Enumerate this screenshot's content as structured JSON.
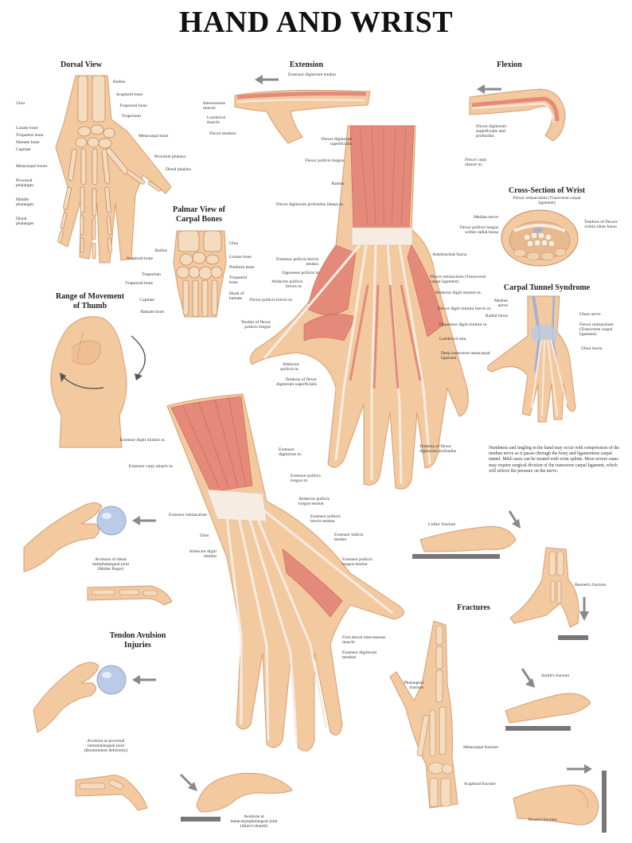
{
  "title": "HAND AND WRIST",
  "headings": {
    "dorsal": "Dorsal View",
    "extension": "Extension",
    "flexion": "Flexion",
    "cross": "Cross-Section of Wrist",
    "palmar_carpal_1": "Palmar View of",
    "palmar_carpal_2": "Carpal Bones",
    "carpal_tunnel": "Carpal Tunnel Syndrome",
    "range_1": "Range of Movement",
    "range_2": "of Thumb",
    "fractures": "Fractures",
    "tendon_1": "Tendon Avulsion",
    "tendon_2": "Injuries"
  },
  "dorsal_labels": {
    "radius": "Radius",
    "scaphoid": "Scaphoid bone",
    "trapezoid": "Trapezoid bone",
    "trapezium": "Trapezium",
    "ulna": "Ulna",
    "lunate": "Lunate bone",
    "triquetral": "Triquetral bone",
    "hamate": "Hamate bone",
    "capitate": "Capitate",
    "metacarpal_bone": "Metacarpal bone",
    "metacarpal_bones": "Metacarpal bones",
    "proximal_phalanx": "Proximal phalanx",
    "distal_phalanx": "Distal phalanx",
    "proximal_phalanges": "Proximal phalanges",
    "middle_phalanges": "Middle phalanges",
    "distal_phalanges": "Distal phalanges"
  },
  "extension_labels": {
    "ext_dig_tendon": "Extensor digitorum tendon",
    "interosseous": "Interosseous muscle",
    "lumbrical": "Lumbrical muscle",
    "flexor_tendons": "Flexor tendons"
  },
  "flexion_labels": {
    "flexor_dig": "Flexor digitorum superficialis and profundus"
  },
  "cross_labels": {
    "flexor_ret": "Flexor retinaculum (Transverse carpal ligament)",
    "median": "Median nerve",
    "fpl_bursa": "Flexor pollicis longus within radial bursa",
    "tendons_ulnar": "Tendons of flexors within ulnar bursa"
  },
  "palmar_labels": {
    "fds": "Flexor digitorum superficialis",
    "fpl": "Flexor pollicis longus",
    "fcu": "Flexor carpi ulnaris m.",
    "radius": "Radius",
    "fdp": "Flexor digitorum profundus (deep) m.",
    "antebrachial": "Antebrachial fascia",
    "epb": "Extensor pollicis brevis tendon",
    "opponens_pollicis": "Opponens pollicis m.",
    "apb": "Abductor pollicis brevis m.",
    "flexor_ret": "Flexor retinaculum (Transverse carpal ligament)",
    "adm": "Abductor digiti minimi m.",
    "fpb": "Flexor pollicis brevis m.",
    "fdmb": "Flexor digiti minimi brevis m.",
    "tendon_fpl": "Tendon of flexor pollicis longus",
    "odm": "Opponens digiti minimi m.",
    "lumbrical": "Lumbrical mm.",
    "deep_ligament": "Deep transverse metacarpal ligament",
    "adductor": "Adductor pollicis m.",
    "tendons_fds": "Tendons of flexor digitorum superficialis",
    "tendons_fdp": "Tendons of flexor digitorum profundus"
  },
  "carpal_labels": {
    "radius": "Radius",
    "ulna": "Ulna",
    "scaphoid": "Scaphoid bone",
    "lunate": "Lunate bone",
    "pisiform": "Pisiform bone",
    "trapezium": "Trapezium",
    "trapezoid": "Trapezoid bone",
    "triquetral": "Triquetral bone",
    "capitate": "Capitate",
    "hook_hamate": "Hook of hamate",
    "hamate": "Hamate bone"
  },
  "tunnel_labels": {
    "median": "Median nerve",
    "radial_bursa": "Radial bursa",
    "ulnar_nerve": "Ulnar nerve",
    "flexor_ret": "Flexor retinaculum (Transverse carpal ligament)",
    "ulnar_bursa": "Ulnar bursa",
    "description": "Numbness and tingling in the hand may occur with compression of the median nerve as it passes through the bony and ligamentous carpal tunnel. Mild cases can be treated with wrist splints. More severe cases may require surgical division of the transverse carpal ligament, which will relieve the pressure on the nerve."
  },
  "dorsal_muscle_labels": {
    "edm": "Extensor digiti minimi m.",
    "ecu": "Extensor carpi ulnaris m.",
    "ed": "Extensor digitorum m.",
    "epl": "Extensor pollicis longus m.",
    "apl_tendon": "Abductor pollicis longus tendon",
    "epb_tendon": "Extensor pollicis brevis tendon",
    "ext_ret": "Extensor retinaculum",
    "ulna": "Ulna",
    "eit": "Extensor indicis tendon",
    "adm": "Abductor digiti minimi",
    "eplt": "Extensor pollicis longus tendon",
    "fdi": "First dorsal interosseous muscle",
    "edt": "Extensor digitorum tendons"
  },
  "avulsion_labels": {
    "mallet": "Avulsion of distal interphalangeal joint (Mallet finger)",
    "boutonniere": "Avulsion at proximal interphalangeal joint (Boutonniere deformity)",
    "skier": "Avulsion at metacarpophalangeal joint (Skier's thumb)"
  },
  "fracture_labels": {
    "colles": "Colles' fracture",
    "bennett": "Bennett's fracture",
    "smith": "Smith's fracture",
    "phalangeal": "Phalangeal fracture",
    "metacarpal": "Metacarpal fracture",
    "scaphoid": "Scaphoid fracture",
    "boxer": "Boxer's fracture"
  },
  "colors": {
    "skin": "#f3c9a0",
    "skin_dark": "#e3a97c",
    "muscle": "#e48a7a",
    "muscle_dark": "#c9614f",
    "tendon": "#f6ece2",
    "bone": "#f0d2b0",
    "nerve": "#9fb2d6",
    "ball": "#b9cbe6",
    "arrow": "#8a8a8a",
    "surface": "#777777"
  }
}
